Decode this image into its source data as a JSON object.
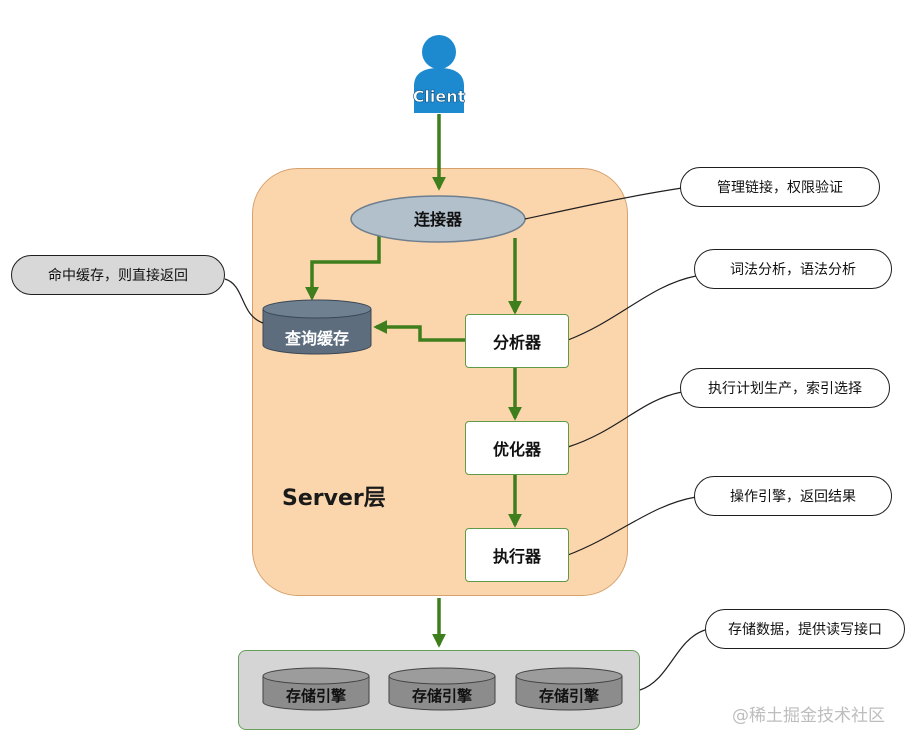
{
  "client": {
    "label": "Client"
  },
  "server": {
    "label": "Server层"
  },
  "nodes": {
    "connector": "连接器",
    "query_cache": "查询缓存",
    "analyzer": "分析器",
    "optimizer": "优化器",
    "executor": "执行器"
  },
  "storage_engines": [
    "存储引擎",
    "存储引擎",
    "存储引擎"
  ],
  "callouts": {
    "connector": "管理链接，权限验证",
    "cache": "命中缓存，则直接返回",
    "analyzer": "词法分析，语法分析",
    "optimizer": "执行计划生产，索引选择",
    "executor": "操作引擎，返回结果",
    "storage": "存储数据，提供读写接口"
  },
  "watermark": "@稀土掘金技术社区",
  "colors": {
    "arrow": "#3f7e1d",
    "server_fill": "#fbd6ad",
    "connector_fill": "#b2c0cc",
    "cache_fill": "#5d6d7e",
    "client_fill": "#1d8ad0",
    "engine_area_fill": "#d5d5d5",
    "engine_fill": "#8c8c8c"
  },
  "icons": {
    "client": "user-icon"
  }
}
